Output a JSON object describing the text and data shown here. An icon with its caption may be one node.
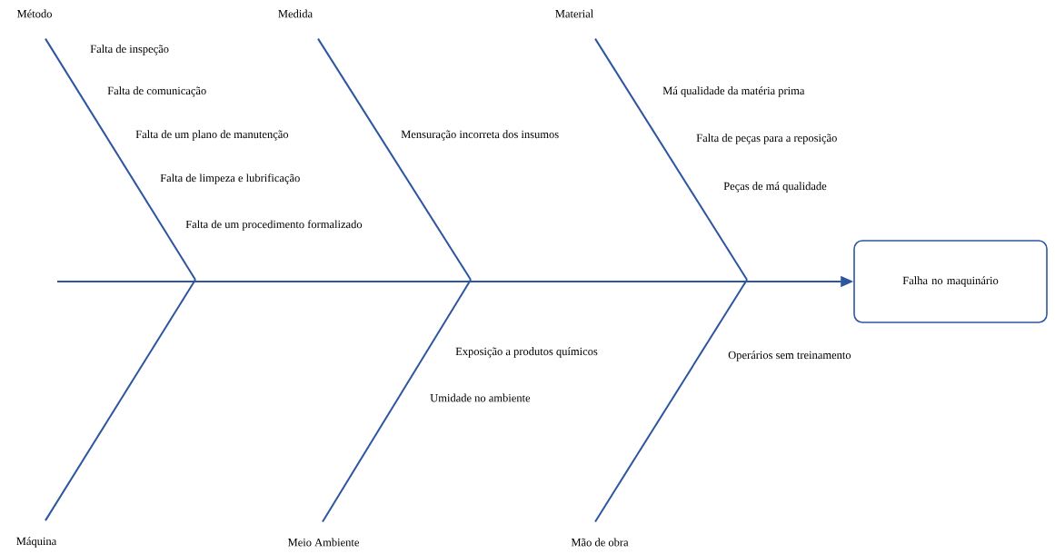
{
  "diagram": {
    "nodes": [
      {
        "text": [
          "Falha no maquinário"
        ]
      },
      {
        "text": [
          "Método"
        ]
      },
      {
        "text": [
          "Medida"
        ]
      },
      {
        "text": [
          "Material"
        ]
      },
      {
        "text": [
          "Máquina"
        ]
      },
      {
        "text": [
          "Meio Ambiente"
        ]
      },
      {
        "text": [
          "Mão de obra"
        ]
      }
    ],
    "edges": [
      {
        "from": null,
        "to": 0,
        "arrow": "to"
      },
      {
        "from": 1,
        "to": null,
        "arrow": "none"
      },
      {
        "from": 2,
        "to": null,
        "arrow": "none"
      },
      {
        "from": 3,
        "to": null,
        "arrow": "none"
      },
      {
        "from": 4,
        "to": null,
        "arrow": "none"
      },
      {
        "from": 5,
        "to": null,
        "arrow": "none"
      },
      {
        "from": 6,
        "to": null,
        "arrow": "none"
      }
    ],
    "labels": [
      "Falta de inspeção",
      "Falta de comunicação",
      "Falta de um plano de manutenção",
      "Falta de limpeza e lubrificação",
      "Falta de um procedimento formalizado",
      "Mensuração incorreta dos insumos",
      "Má qualidade da matéria prima",
      "Falta de peças para a reposição",
      "Peças de má qualidade",
      "Exposição a produtos químicos",
      "Umidade no ambiente",
      "Operários sem treinamento"
    ]
  }
}
